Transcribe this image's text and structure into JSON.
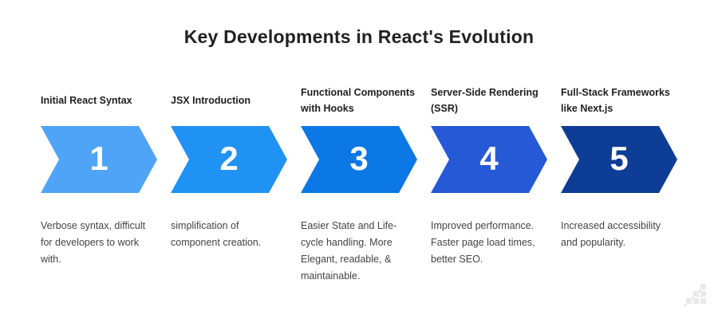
{
  "title": "Key Developments in React's Evolution",
  "steps": [
    {
      "number": "1",
      "title": "Initial React Syntax",
      "description": "Verbose syntax, difficult\nfor developers to work\nwith.",
      "color": "#4FA4F8"
    },
    {
      "number": "2",
      "title": "JSX Introduction",
      "description": "simplification of\ncomponent creation.",
      "color": "#2092F4"
    },
    {
      "number": "3",
      "title": "Functional Components\nwith Hooks",
      "description": "Easier State and Life-\ncycle handling. More\nElegant, readable, &\nmaintainable.",
      "color": "#0B78E6"
    },
    {
      "number": "4",
      "title": "Server-Side Rendering\n(SSR)",
      "description": "Improved performance.\nFaster page load times,\nbetter SEO.",
      "color": "#2659D6"
    },
    {
      "number": "5",
      "title": "Full-Stack Frameworks\nlike Next.js",
      "description": "Increased accessibility\nand popularity.",
      "color": "#0E3D96"
    }
  ],
  "watermark": {
    "icon": "pixel-stairs-logo",
    "color": "#e8e8e8"
  }
}
